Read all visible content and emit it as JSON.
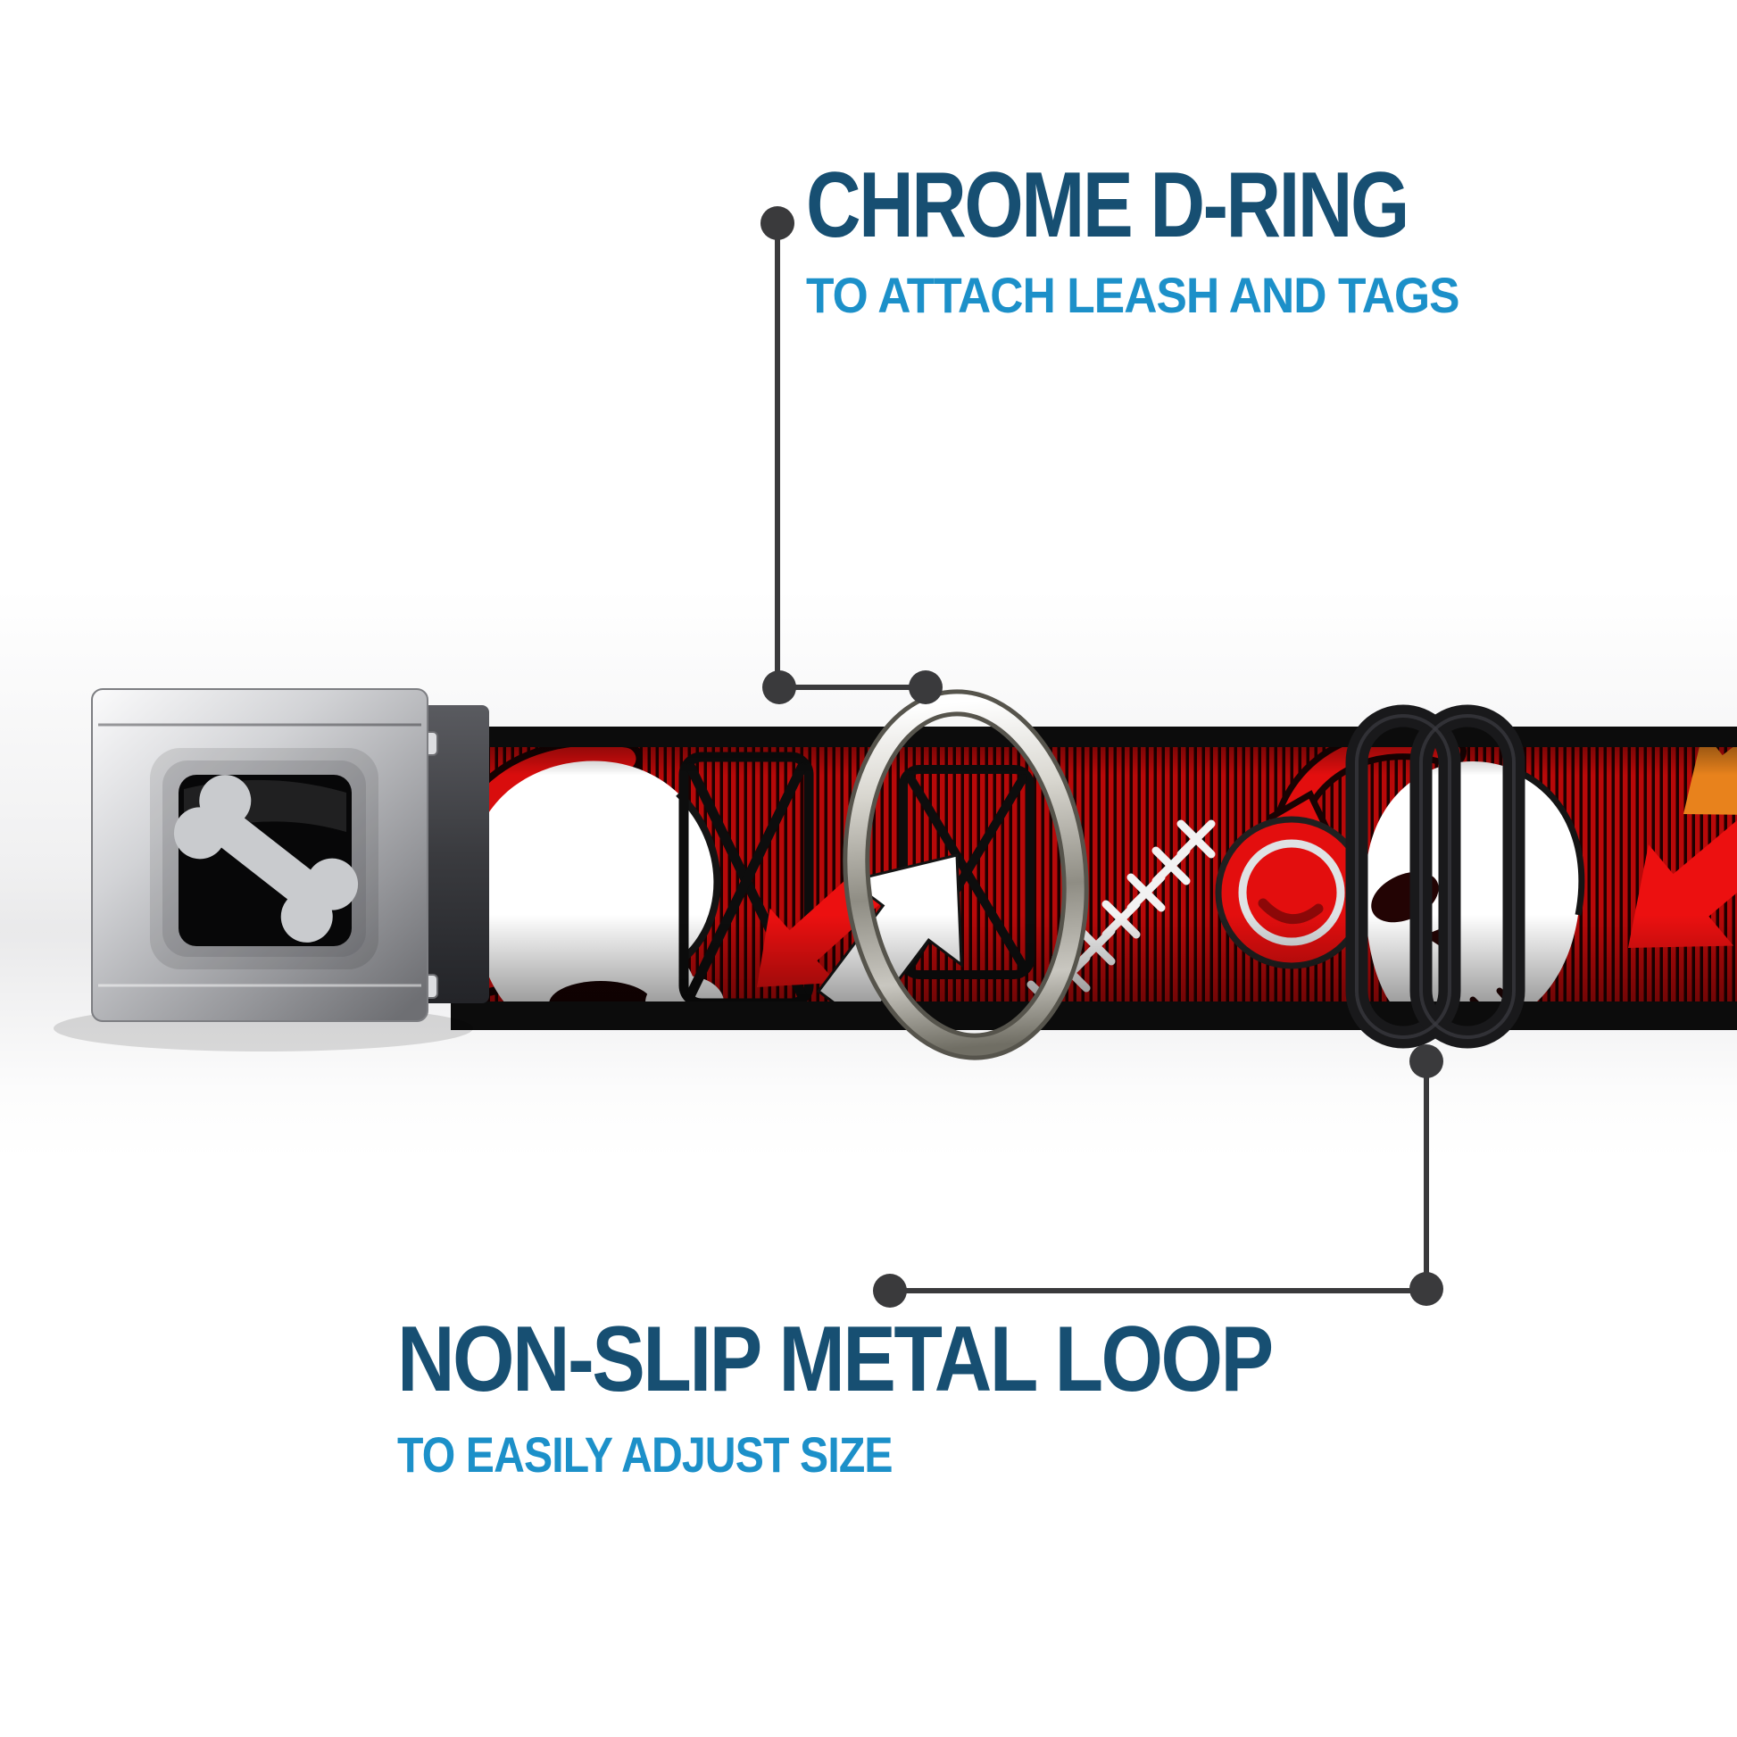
{
  "callouts": {
    "top": {
      "title": "CHROME D-RING",
      "subtitle": "TO ATTACH LEASH AND TAGS",
      "points_to": "d-ring"
    },
    "bottom": {
      "title": "NON-SLIP METAL LOOP",
      "subtitle": "TO EASILY ADJUST SIZE",
      "points_to": "slider-loop"
    }
  },
  "product": {
    "type": "seatbelt-buckle dog collar",
    "buckle_logo": "bone-icon",
    "webbing_pattern": "skulls with headphones, sketch X boxes, arrows, stitch crosses on red pinstripe"
  },
  "colors": {
    "headline_blue": "#174F72",
    "subheadline_blue": "#1C90C9",
    "callout_gray": "#3A3A3C",
    "webbing_red": "#C00909",
    "webbing_stripe_dark": "#1E0000",
    "webbing_edge_black": "#0C0C0C",
    "arrow_red": "#EC1010",
    "arrow_orange": "#E8821C",
    "arrow_white": "#FFFFFF",
    "stitch_white": "#F2F2F2",
    "headphone_red": "#E30E0E",
    "skull_white": "#FFFFFF",
    "buckle_silver": "#C6C7CA",
    "buckle_window_black": "#070708",
    "bone_gray": "#C9CBCE",
    "dring_chrome": "#B9B7AE",
    "slider_black": "#19191B"
  }
}
